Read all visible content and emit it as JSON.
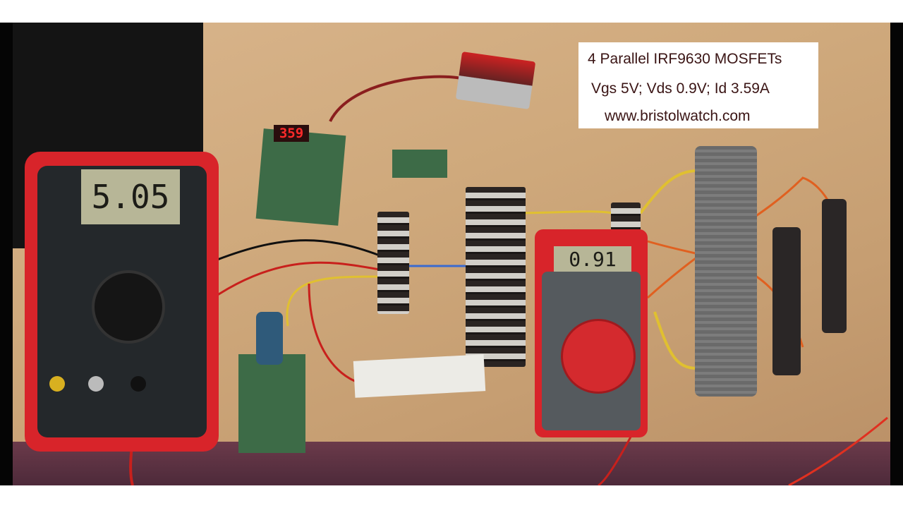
{
  "caption": {
    "line1": "4 Parallel IRF9630 MOSFETs",
    "line2": "Vgs 5V; Vds 0.9V; Id 3.59A",
    "line3": "www.bristolwatch.com"
  },
  "meters": {
    "left_meter_reading": "5.05",
    "right_meter_reading": "0.91",
    "panel_led_reading": "359"
  },
  "colors": {
    "wire_red": "#c8201c",
    "wire_yellow": "#e0c030",
    "wire_blue": "#3a6ad0",
    "meter_red": "#d8242a"
  }
}
